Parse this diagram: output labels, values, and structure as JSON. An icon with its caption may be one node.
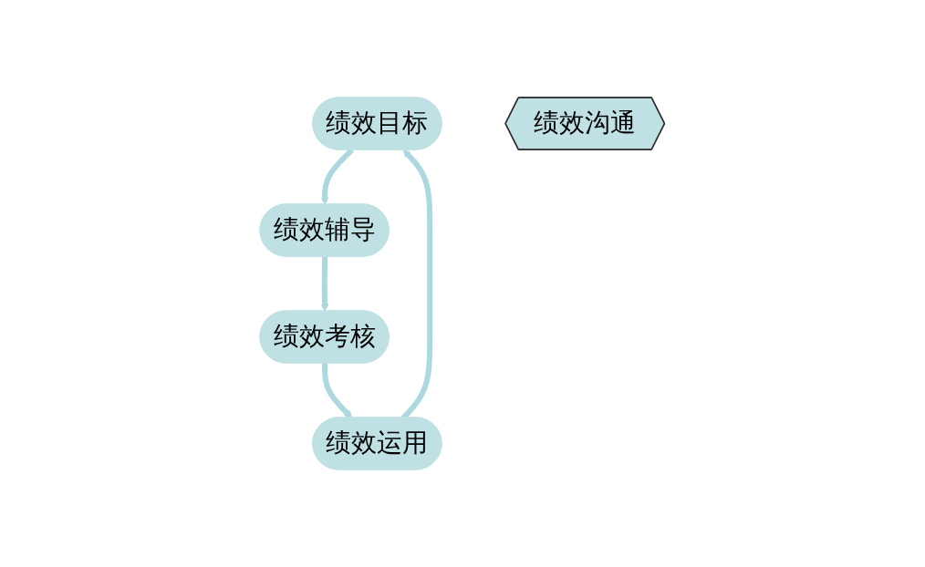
{
  "diagram": {
    "nodes": [
      {
        "text": [
          "绩效目标"
        ]
      },
      {
        "text": [
          "绩效辅导"
        ]
      },
      {
        "text": [
          "绩效考核"
        ]
      },
      {
        "text": [
          "绩效运用"
        ]
      },
      {
        "text": [
          "绩效沟通"
        ]
      }
    ],
    "edges": [
      {
        "from": 0,
        "to": 1,
        "arrow": "to"
      },
      {
        "from": 1,
        "to": 2,
        "arrow": "to"
      },
      {
        "from": 2,
        "to": 3,
        "arrow": "to"
      },
      {
        "from": 3,
        "to": 0,
        "arrow": "to"
      }
    ]
  }
}
